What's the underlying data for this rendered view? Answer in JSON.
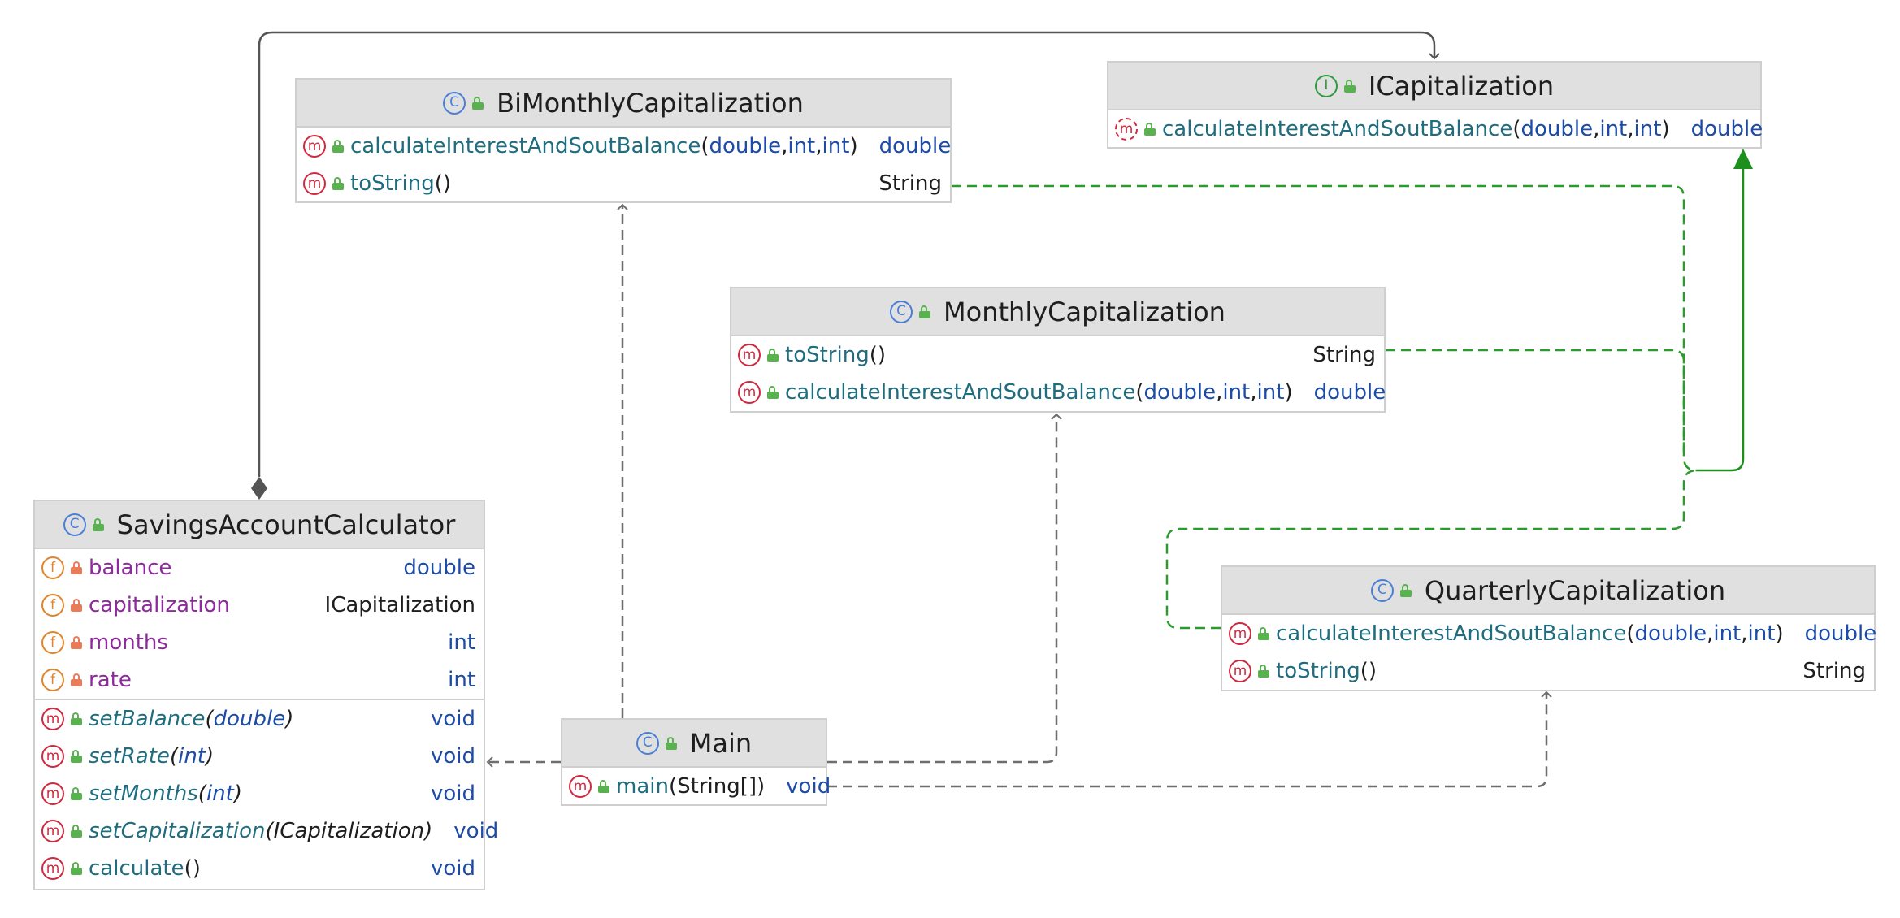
{
  "classes": {
    "bimonthly": {
      "name": "BiMonthlyCapitalization",
      "kind_icon": "class-icon",
      "members": [
        {
          "kind": "method-icon",
          "name": "calculateInterestAndSoutBalance",
          "params": [
            "double",
            "int",
            "int"
          ],
          "ret": "double"
        },
        {
          "kind": "method-icon",
          "name": "toString",
          "params": [],
          "ret": "String"
        }
      ]
    },
    "icap": {
      "name": "ICapitalization",
      "kind_icon": "interface-icon",
      "members": [
        {
          "kind": "abstract-method-icon",
          "name": "calculateInterestAndSoutBalance",
          "params": [
            "double",
            "int",
            "int"
          ],
          "ret": "double"
        }
      ]
    },
    "monthly": {
      "name": "MonthlyCapitalization",
      "kind_icon": "class-icon",
      "members": [
        {
          "kind": "method-icon",
          "name": "toString",
          "params": [],
          "ret": "String"
        },
        {
          "kind": "method-icon",
          "name": "calculateInterestAndSoutBalance",
          "params": [
            "double",
            "int",
            "int"
          ],
          "ret": "double"
        }
      ]
    },
    "savings": {
      "name": "SavingsAccountCalculator",
      "kind_icon": "class-icon",
      "fields": [
        {
          "kind": "field-icon",
          "name": "balance",
          "type": "double"
        },
        {
          "kind": "field-icon",
          "name": "capitalization",
          "type": "ICapitalization"
        },
        {
          "kind": "field-icon",
          "name": "months",
          "type": "int"
        },
        {
          "kind": "field-icon",
          "name": "rate",
          "type": "int"
        }
      ],
      "methods": [
        {
          "kind": "method-icon",
          "name": "setBalance",
          "params": [
            "double"
          ],
          "ret": "void"
        },
        {
          "kind": "method-icon",
          "name": "setRate",
          "params": [
            "int"
          ],
          "ret": "void"
        },
        {
          "kind": "method-icon",
          "name": "setMonths ",
          "params": [
            "int"
          ],
          "ret": "void"
        },
        {
          "kind": "method-icon",
          "name": "setCapitalization",
          "params": [
            "ICapitalization"
          ],
          "ret": "void"
        },
        {
          "kind": "method-icon",
          "name": "calculate",
          "params": [],
          "ret": "void"
        }
      ]
    },
    "main": {
      "name": "Main",
      "kind_icon": "class-icon",
      "members": [
        {
          "kind": "method-icon",
          "name": "main",
          "params": [
            "String[]"
          ],
          "ret": "void"
        }
      ]
    },
    "quarterly": {
      "name": "QuarterlyCapitalization",
      "kind_icon": "class-icon",
      "members": [
        {
          "kind": "method-icon",
          "name": "calculateInterestAndSoutBalance",
          "params": [
            "double",
            "int",
            "int"
          ],
          "ret": "double"
        },
        {
          "kind": "method-icon",
          "name": "toString",
          "params": [],
          "ret": "String"
        }
      ]
    }
  },
  "glyphs": {
    "class": "C",
    "interface": "I",
    "method": "m",
    "field": "f"
  },
  "colors": {
    "header_bg": "#e0e0e0",
    "border": "#cfcfcf",
    "dependency_edge": "#6e6e6e",
    "implementation_edge": "#2b9b2b",
    "inheritance_edge": "#1c8f1c",
    "composition_edge": "#555555"
  },
  "relations": [
    {
      "from": "SavingsAccountCalculator",
      "to": "ICapitalization",
      "type": "composition"
    },
    {
      "from": "Main",
      "to": "BiMonthlyCapitalization",
      "type": "dependency"
    },
    {
      "from": "Main",
      "to": "MonthlyCapitalization",
      "type": "dependency"
    },
    {
      "from": "Main",
      "to": "QuarterlyCapitalization",
      "type": "dependency"
    },
    {
      "from": "Main",
      "to": "SavingsAccountCalculator",
      "type": "dependency"
    },
    {
      "from": "BiMonthlyCapitalization",
      "to": "ICapitalization",
      "type": "implementation"
    },
    {
      "from": "MonthlyCapitalization",
      "to": "ICapitalization",
      "type": "implementation"
    },
    {
      "from": "QuarterlyCapitalization",
      "to": "ICapitalization",
      "type": "implementation"
    }
  ]
}
